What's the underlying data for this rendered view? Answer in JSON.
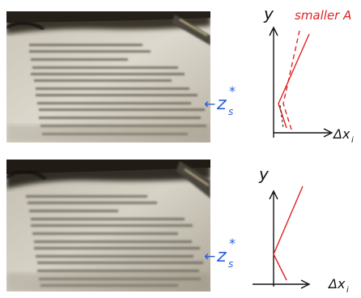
{
  "colors": {
    "ink_blue": "#2b5fd9",
    "ink_red": "#e02222",
    "ink_black": "#111111",
    "paper": "#d8d4c8",
    "paper_shadow": "#8a8478",
    "dark_top": "#2a2620"
  },
  "panels": [
    {
      "photo_alt": "blurred-paper-photo-top",
      "label_arrow": "←",
      "label_z": "z",
      "label_sub": "s",
      "label_star": "*",
      "axis_y": "y",
      "axis_x": "Δx",
      "axis_x_sub": "i",
      "legend": "smaller A"
    },
    {
      "photo_alt": "blurred-paper-photo-bottom",
      "label_arrow": "←",
      "label_z": "z",
      "label_sub": "s",
      "label_star": "*",
      "axis_y": "y",
      "axis_x": "Δx",
      "axis_x_sub": "i"
    }
  ]
}
